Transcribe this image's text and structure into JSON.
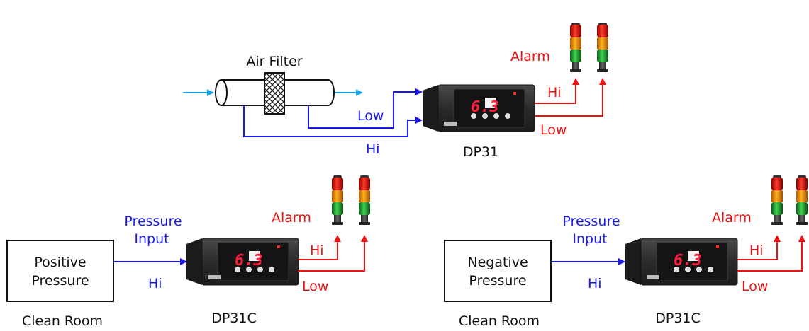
{
  "top": {
    "filter_label": "Air Filter",
    "port_low": "Low",
    "port_hi": "Hi",
    "alarm": "Alarm",
    "alarm_hi": "Hi",
    "alarm_low": "Low",
    "device": "DP31",
    "reading": "6.3"
  },
  "left": {
    "room_line1": "Positive",
    "room_line2": "Pressure",
    "room_caption": "Clean Room",
    "input_line1": "Pressure",
    "input_line2": "Input",
    "port_hi": "Hi",
    "alarm": "Alarm",
    "alarm_hi": "Hi",
    "alarm_low": "Low",
    "device": "DP31C",
    "reading": "6.3"
  },
  "right": {
    "room_line1": "Negative",
    "room_line2": "Pressure",
    "room_caption": "Clean Room",
    "input_line1": "Pressure",
    "input_line2": "Input",
    "port_hi": "Hi",
    "alarm": "Alarm",
    "alarm_hi": "Hi",
    "alarm_low": "Low",
    "device": "DP31C",
    "reading": "6.3"
  },
  "colors": {
    "flow": "#1aa8e8",
    "pressure_line": "#1a1aee",
    "alarm_line": "#ee1111",
    "device_body": "#2a2a2a"
  }
}
